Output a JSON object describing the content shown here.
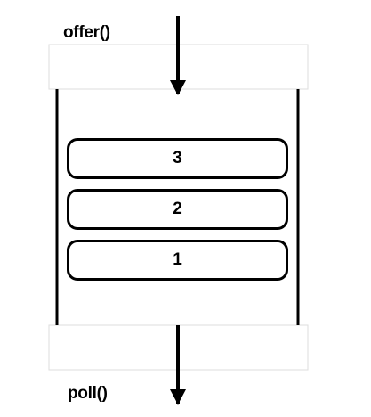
{
  "operations": {
    "enqueue_label": "offer()",
    "dequeue_label": "poll()"
  },
  "queue": {
    "items": [
      "3",
      "2",
      "1"
    ]
  },
  "colors": {
    "stroke": "#000000",
    "panel_border": "#dddddd",
    "background": "#ffffff"
  }
}
